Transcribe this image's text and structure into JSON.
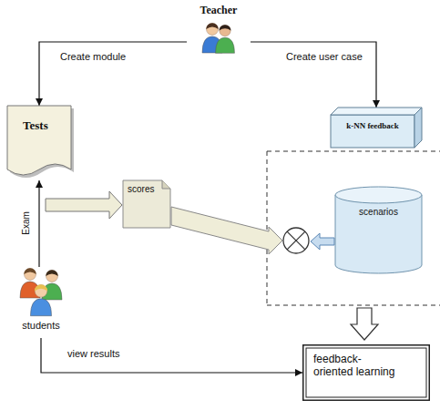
{
  "diagram": {
    "nodes": [
      {
        "text": [
          "Teacher"
        ]
      },
      {
        "text": [
          "Tests"
        ]
      },
      {
        "text": [
          "k-NN feedback"
        ]
      },
      {
        "text": [
          "scores"
        ]
      },
      {
        "text": [
          "scenarios"
        ]
      },
      {
        "text": [
          "students"
        ]
      },
      {
        "text": [
          "feedback-oriented learning"
        ]
      }
    ],
    "edges": [
      {
        "from": 0,
        "to": 1,
        "label": "Create module",
        "arrow": "to"
      },
      {
        "from": 0,
        "to": 2,
        "label": "Create user case",
        "arrow": "to"
      },
      {
        "from": 5,
        "to": 1,
        "label": "Exam",
        "arrow": "to"
      },
      {
        "from": 5,
        "to": 6,
        "label": "view results",
        "arrow": "to"
      }
    ]
  }
}
